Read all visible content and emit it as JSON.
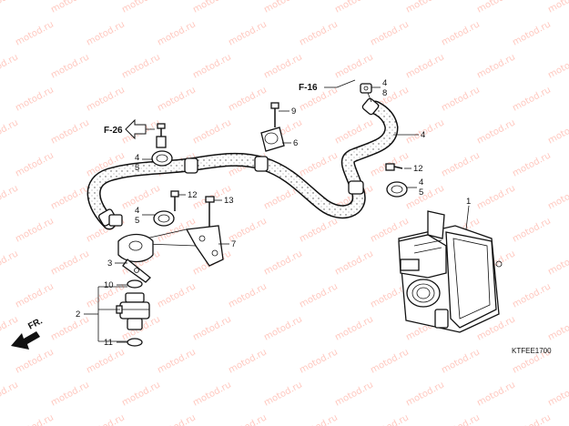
{
  "watermark": {
    "text": "motod.ru",
    "color": "#ff9a8a"
  },
  "diagram": {
    "code": "KTFEE1700",
    "front_arrow": "FR.",
    "refs": {
      "f26": "F-26",
      "f16": "F-16"
    },
    "callouts": {
      "c1": "1",
      "c2": "2",
      "c3": "3",
      "c4a": "4",
      "c5a": "5",
      "c4b": "4",
      "c5b": "5",
      "c4c": "4",
      "c8c": "8",
      "c4d": "4",
      "c4e": "4",
      "c5e": "5",
      "c6": "6",
      "c7": "7",
      "c9": "9",
      "c10": "10",
      "c11": "11",
      "c12a": "12",
      "c12b": "12",
      "c13": "13"
    }
  }
}
